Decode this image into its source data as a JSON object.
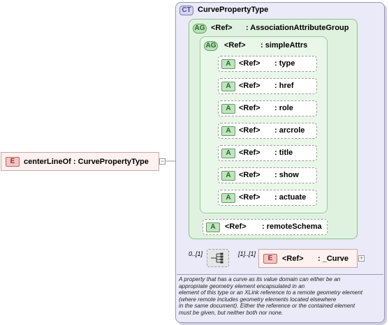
{
  "root_element": {
    "badge": "E",
    "label": "centerLineOf : CurvePropertyType"
  },
  "complex_type": {
    "badge": "CT",
    "label": "CurvePropertyType"
  },
  "association_group": {
    "badge": "AG",
    "ref": "<Ref>",
    "name": ": AssociationAttributeGroup"
  },
  "simple_attrs": {
    "badge": "AG",
    "ref": "<Ref>",
    "name": ": simpleAttrs"
  },
  "attributes": [
    {
      "badge": "A",
      "ref": "<Ref>",
      "name": ": type"
    },
    {
      "badge": "A",
      "ref": "<Ref>",
      "name": ": href"
    },
    {
      "badge": "A",
      "ref": "<Ref>",
      "name": ": role"
    },
    {
      "badge": "A",
      "ref": "<Ref>",
      "name": ": arcrole"
    },
    {
      "badge": "A",
      "ref": "<Ref>",
      "name": ": title"
    },
    {
      "badge": "A",
      "ref": "<Ref>",
      "name": ": show"
    },
    {
      "badge": "A",
      "ref": "<Ref>",
      "name": ": actuate"
    }
  ],
  "remote_schema": {
    "badge": "A",
    "ref": "<Ref>",
    "name": ": remoteSchema"
  },
  "sequence": {
    "cardinality": "0..[1]"
  },
  "curve_ref": {
    "badge": "E",
    "ref": "<Ref>",
    "name": ": _Curve",
    "cardinality": "[1]..[1]"
  },
  "documentation": [
    "A property that has a curve as its value domain can either be an",
    "appropriate geometry element encapsulated in an",
    "element of this type or an XLink reference to a remote geometry element",
    "(where remote includes geometry elements located elsewhere",
    "in the same document). Either the reference or the contained element",
    "must be given, but neither both nor none."
  ],
  "icons": {
    "expand": "plus-icon",
    "sequence": "sequence-compositor-icon"
  }
}
